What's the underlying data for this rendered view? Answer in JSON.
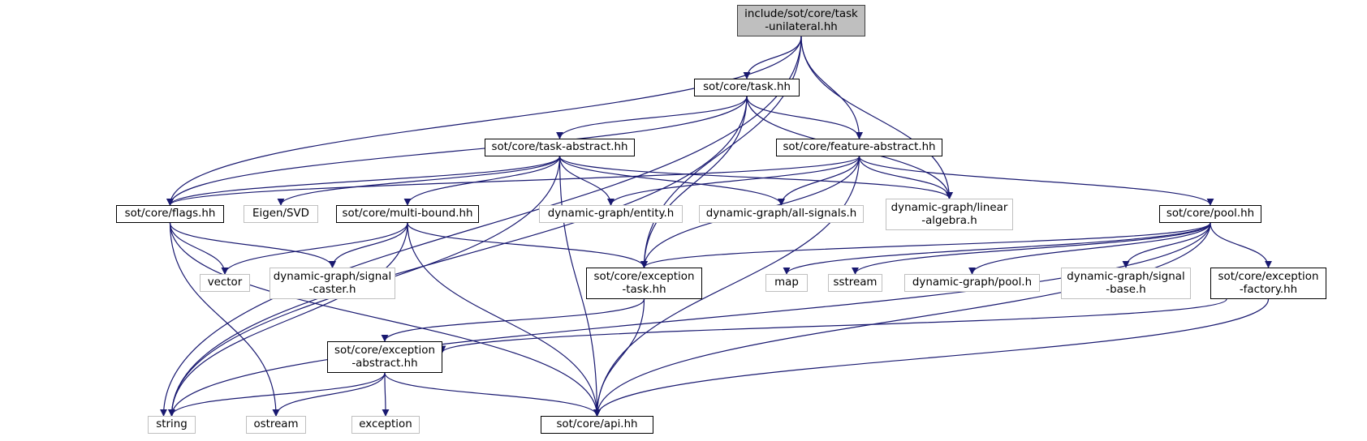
{
  "graph": {
    "edge_color": "#191970",
    "root_fill": "#bfbfbf",
    "documented_border": "#000000",
    "external_border": "#bfbfbf",
    "nodes": [
      {
        "id": "root",
        "kind": "root",
        "lines": [
          "include/sot/core/task",
          "-unilateral.hh"
        ]
      },
      {
        "id": "task",
        "kind": "doc",
        "lines": [
          "sot/core/task.hh"
        ]
      },
      {
        "id": "tabs",
        "kind": "doc",
        "lines": [
          "sot/core/task-abstract.hh"
        ]
      },
      {
        "id": "feat",
        "kind": "doc",
        "lines": [
          "sot/core/feature-abstract.hh"
        ]
      },
      {
        "id": "flags",
        "kind": "doc",
        "lines": [
          "sot/core/flags.hh"
        ]
      },
      {
        "id": "eigen",
        "kind": "ext",
        "lines": [
          "Eigen/SVD"
        ]
      },
      {
        "id": "mbound",
        "kind": "doc",
        "lines": [
          "sot/core/multi-bound.hh"
        ]
      },
      {
        "id": "entity",
        "kind": "ext",
        "lines": [
          "dynamic-graph/entity.h"
        ]
      },
      {
        "id": "allsig",
        "kind": "ext",
        "lines": [
          "dynamic-graph/all-signals.h"
        ]
      },
      {
        "id": "linalg",
        "kind": "ext",
        "lines": [
          "dynamic-graph/linear",
          "-algebra.h"
        ]
      },
      {
        "id": "pool",
        "kind": "doc",
        "lines": [
          "sot/core/pool.hh"
        ]
      },
      {
        "id": "vector",
        "kind": "ext",
        "lines": [
          "vector"
        ]
      },
      {
        "id": "caster",
        "kind": "ext",
        "lines": [
          "dynamic-graph/signal",
          "-caster.h"
        ]
      },
      {
        "id": "extask",
        "kind": "doc",
        "lines": [
          "sot/core/exception",
          "-task.hh"
        ]
      },
      {
        "id": "map",
        "kind": "ext",
        "lines": [
          "map"
        ]
      },
      {
        "id": "sstream",
        "kind": "ext",
        "lines": [
          "sstream"
        ]
      },
      {
        "id": "dgpool",
        "kind": "ext",
        "lines": [
          "dynamic-graph/pool.h"
        ]
      },
      {
        "id": "sigbase",
        "kind": "ext",
        "lines": [
          "dynamic-graph/signal",
          "-base.h"
        ]
      },
      {
        "id": "exfact",
        "kind": "doc",
        "lines": [
          "sot/core/exception",
          "-factory.hh"
        ]
      },
      {
        "id": "exabs",
        "kind": "doc",
        "lines": [
          "sot/core/exception",
          "-abstract.hh"
        ]
      },
      {
        "id": "string",
        "kind": "ext",
        "lines": [
          "string"
        ]
      },
      {
        "id": "ostream",
        "kind": "ext",
        "lines": [
          "ostream"
        ]
      },
      {
        "id": "exception",
        "kind": "ext",
        "lines": [
          "exception"
        ]
      },
      {
        "id": "api",
        "kind": "doc",
        "lines": [
          "sot/core/api.hh"
        ]
      }
    ],
    "edges": [
      [
        "root",
        "task"
      ],
      [
        "root",
        "feat"
      ],
      [
        "root",
        "flags"
      ],
      [
        "root",
        "linalg"
      ],
      [
        "root",
        "string"
      ],
      [
        "root",
        "extask"
      ],
      [
        "task",
        "tabs"
      ],
      [
        "task",
        "feat"
      ],
      [
        "task",
        "flags"
      ],
      [
        "task",
        "string"
      ],
      [
        "task",
        "linalg"
      ],
      [
        "task",
        "extask"
      ],
      [
        "tabs",
        "flags"
      ],
      [
        "tabs",
        "eigen"
      ],
      [
        "tabs",
        "mbound"
      ],
      [
        "tabs",
        "entity"
      ],
      [
        "tabs",
        "allsig"
      ],
      [
        "tabs",
        "linalg"
      ],
      [
        "tabs",
        "string"
      ],
      [
        "tabs",
        "api"
      ],
      [
        "feat",
        "flags"
      ],
      [
        "feat",
        "entity"
      ],
      [
        "feat",
        "allsig"
      ],
      [
        "feat",
        "linalg"
      ],
      [
        "feat",
        "pool"
      ],
      [
        "feat",
        "extask"
      ],
      [
        "feat",
        "api"
      ],
      [
        "flags",
        "vector"
      ],
      [
        "flags",
        "caster"
      ],
      [
        "flags",
        "ostream"
      ],
      [
        "flags",
        "api"
      ],
      [
        "mbound",
        "vector"
      ],
      [
        "mbound",
        "caster"
      ],
      [
        "mbound",
        "extask"
      ],
      [
        "mbound",
        "string"
      ],
      [
        "mbound",
        "api"
      ],
      [
        "pool",
        "map"
      ],
      [
        "pool",
        "sstream"
      ],
      [
        "pool",
        "dgpool"
      ],
      [
        "pool",
        "sigbase"
      ],
      [
        "pool",
        "exfact"
      ],
      [
        "pool",
        "extask"
      ],
      [
        "pool",
        "string"
      ],
      [
        "pool",
        "api"
      ],
      [
        "extask",
        "exabs"
      ],
      [
        "extask",
        "api"
      ],
      [
        "exfact",
        "exabs"
      ],
      [
        "exfact",
        "api"
      ],
      [
        "exabs",
        "string"
      ],
      [
        "exabs",
        "ostream"
      ],
      [
        "exabs",
        "exception"
      ],
      [
        "exabs",
        "api"
      ]
    ]
  }
}
